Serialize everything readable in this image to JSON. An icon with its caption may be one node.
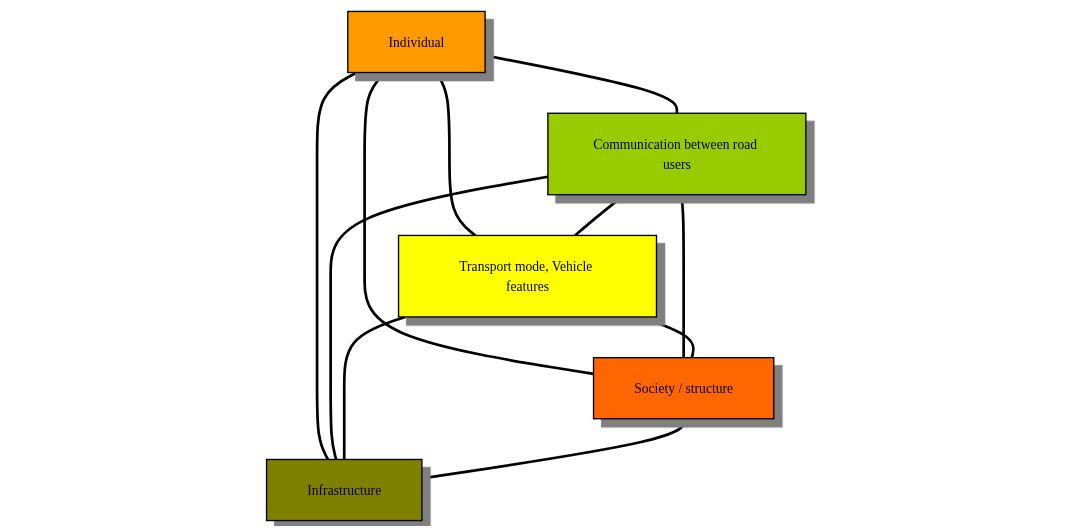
{
  "diagram": {
    "nodes": [
      {
        "text": [
          "Individual"
        ]
      },
      {
        "text": [
          "Communication between road users"
        ]
      },
      {
        "text": [
          "Transport mode, Vehicle features"
        ]
      },
      {
        "text": [
          "Society / structure"
        ]
      },
      {
        "text": [
          "Infrastructure"
        ]
      }
    ],
    "edges": [
      {
        "from": 0,
        "to": 1,
        "arrow": "none"
      },
      {
        "from": 0,
        "to": 2,
        "arrow": "none"
      },
      {
        "from": 0,
        "to": 3,
        "arrow": "none"
      },
      {
        "from": 0,
        "to": 4,
        "arrow": "none"
      },
      {
        "from": 1,
        "to": 2,
        "arrow": "none"
      },
      {
        "from": 1,
        "to": 3,
        "arrow": "none"
      },
      {
        "from": 1,
        "to": 4,
        "arrow": "none"
      },
      {
        "from": 2,
        "to": 3,
        "arrow": "none"
      },
      {
        "from": 2,
        "to": 4,
        "arrow": "none"
      },
      {
        "from": 3,
        "to": 4,
        "arrow": "none"
      }
    ]
  }
}
